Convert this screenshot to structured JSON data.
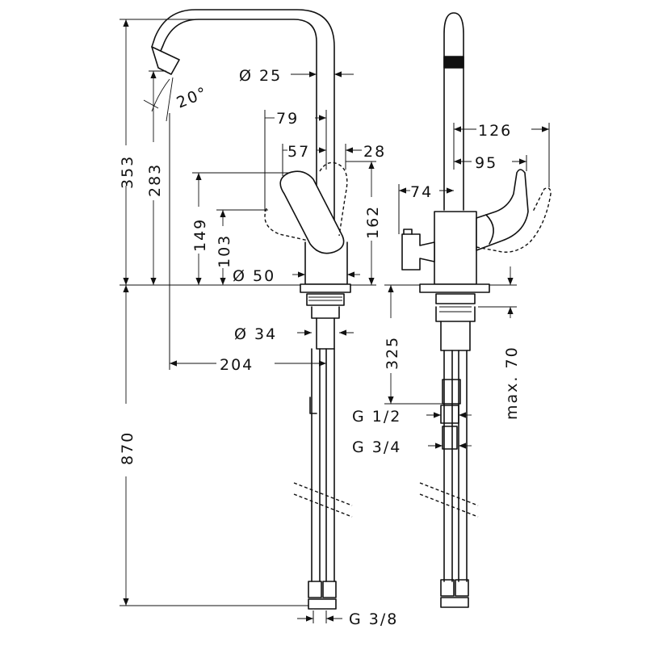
{
  "labels": {
    "d25": "Ø 25",
    "angle20": "20°",
    "d79": "79",
    "d57": "57",
    "d28": "28",
    "h353": "353",
    "h283": "283",
    "h149": "149",
    "h103": "103",
    "h162": "162",
    "d50": "Ø 50",
    "d34": "Ø 34",
    "d204": "204",
    "h870": "870",
    "d126": "126",
    "d95": "95",
    "d74": "74",
    "h325": "325",
    "max70": "max. 70",
    "g12": "G 1/2",
    "g34": "G 3/4",
    "g38": "G 3/8"
  }
}
